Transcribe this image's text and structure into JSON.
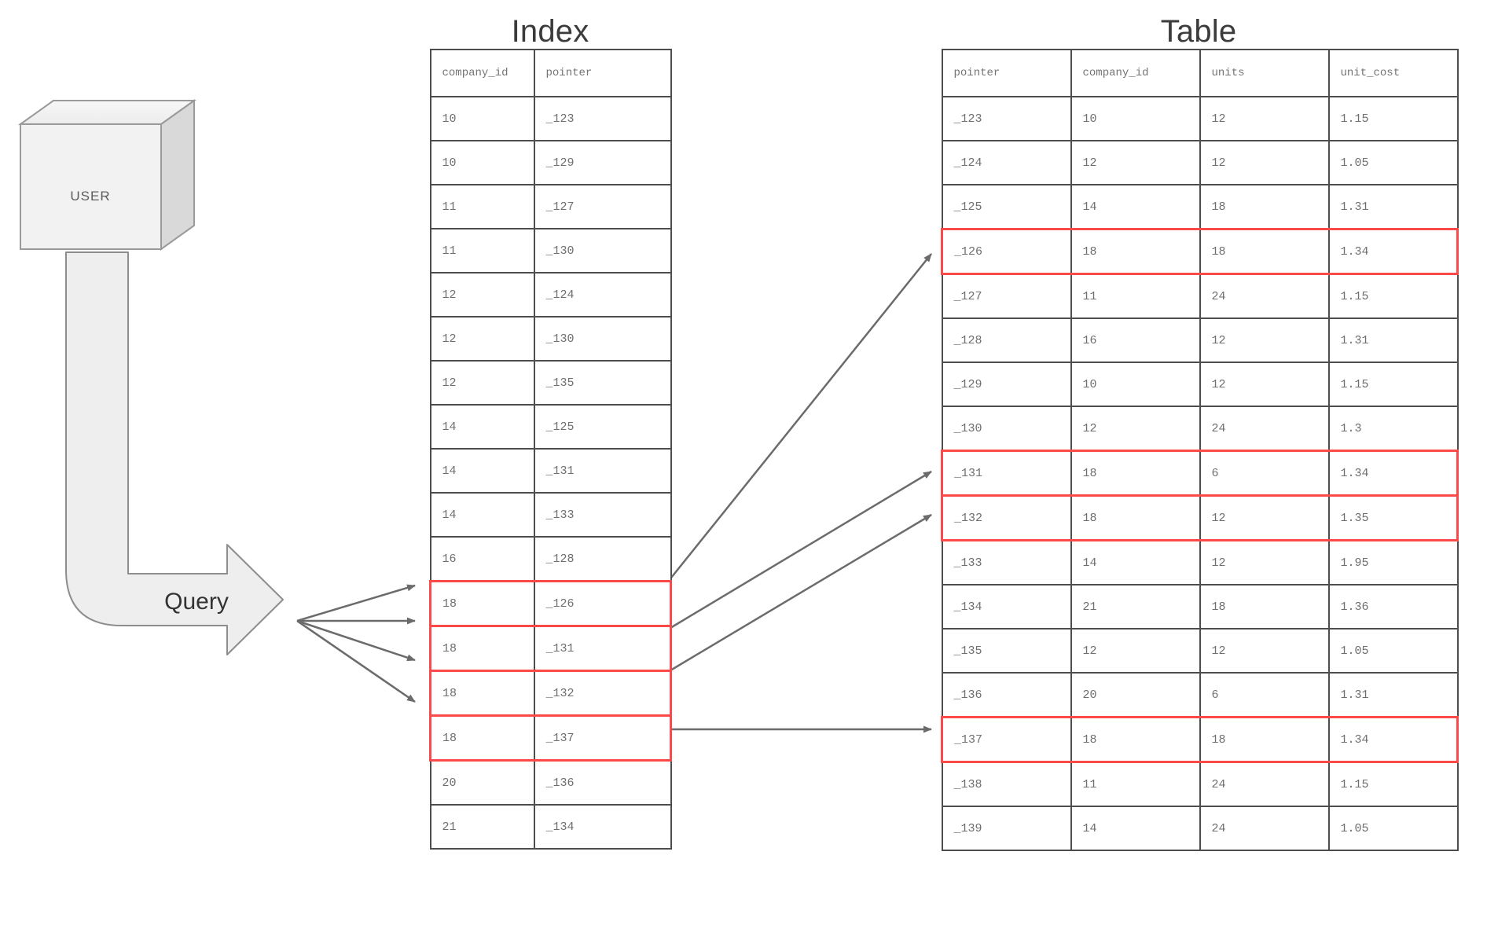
{
  "titles": {
    "index": "Index",
    "table": "Table"
  },
  "actor": {
    "label": "USER",
    "shape": "cube-3d"
  },
  "query_arrow": {
    "label": "Query",
    "shape": "curved-block-arrow-right"
  },
  "index_table": {
    "headers": [
      "company_id",
      "pointer"
    ],
    "rows": [
      {
        "company_id": "10",
        "pointer": "_123",
        "highlight": false
      },
      {
        "company_id": "10",
        "pointer": "_129",
        "highlight": false
      },
      {
        "company_id": "11",
        "pointer": "_127",
        "highlight": false
      },
      {
        "company_id": "11",
        "pointer": "_130",
        "highlight": false
      },
      {
        "company_id": "12",
        "pointer": "_124",
        "highlight": false
      },
      {
        "company_id": "12",
        "pointer": "_130",
        "highlight": false
      },
      {
        "company_id": "12",
        "pointer": "_135",
        "highlight": false
      },
      {
        "company_id": "14",
        "pointer": "_125",
        "highlight": false
      },
      {
        "company_id": "14",
        "pointer": "_131",
        "highlight": false
      },
      {
        "company_id": "14",
        "pointer": "_133",
        "highlight": false
      },
      {
        "company_id": "16",
        "pointer": "_128",
        "highlight": false
      },
      {
        "company_id": "18",
        "pointer": "_126",
        "highlight": true
      },
      {
        "company_id": "18",
        "pointer": "_131",
        "highlight": true
      },
      {
        "company_id": "18",
        "pointer": "_132",
        "highlight": true
      },
      {
        "company_id": "18",
        "pointer": "_137",
        "highlight": true
      },
      {
        "company_id": "20",
        "pointer": "_136",
        "highlight": false
      },
      {
        "company_id": "21",
        "pointer": "_134",
        "highlight": false
      }
    ]
  },
  "main_table": {
    "headers": [
      "pointer",
      "company_id",
      "units",
      "unit_cost"
    ],
    "rows": [
      {
        "pointer": "_123",
        "company_id": "10",
        "units": "12",
        "unit_cost": "1.15",
        "highlight": false
      },
      {
        "pointer": "_124",
        "company_id": "12",
        "units": "12",
        "unit_cost": "1.05",
        "highlight": false
      },
      {
        "pointer": "_125",
        "company_id": "14",
        "units": "18",
        "unit_cost": "1.31",
        "highlight": false
      },
      {
        "pointer": "_126",
        "company_id": "18",
        "units": "18",
        "unit_cost": "1.34",
        "highlight": true
      },
      {
        "pointer": "_127",
        "company_id": "11",
        "units": "24",
        "unit_cost": "1.15",
        "highlight": false
      },
      {
        "pointer": "_128",
        "company_id": "16",
        "units": "12",
        "unit_cost": "1.31",
        "highlight": false
      },
      {
        "pointer": "_129",
        "company_id": "10",
        "units": "12",
        "unit_cost": "1.15",
        "highlight": false
      },
      {
        "pointer": "_130",
        "company_id": "12",
        "units": "24",
        "unit_cost": "1.3",
        "highlight": false
      },
      {
        "pointer": "_131",
        "company_id": "18",
        "units": "6",
        "unit_cost": "1.34",
        "highlight": true
      },
      {
        "pointer": "_132",
        "company_id": "18",
        "units": "12",
        "unit_cost": "1.35",
        "highlight": true
      },
      {
        "pointer": "_133",
        "company_id": "14",
        "units": "12",
        "unit_cost": "1.95",
        "highlight": false
      },
      {
        "pointer": "_134",
        "company_id": "21",
        "units": "18",
        "unit_cost": "1.36",
        "highlight": false
      },
      {
        "pointer": "_135",
        "company_id": "12",
        "units": "12",
        "unit_cost": "1.05",
        "highlight": false
      },
      {
        "pointer": "_136",
        "company_id": "20",
        "units": "6",
        "unit_cost": "1.31",
        "highlight": false
      },
      {
        "pointer": "_137",
        "company_id": "18",
        "units": "18",
        "unit_cost": "1.34",
        "highlight": true
      },
      {
        "pointer": "_138",
        "company_id": "11",
        "units": "24",
        "unit_cost": "1.15",
        "highlight": false
      },
      {
        "pointer": "_139",
        "company_id": "14",
        "units": "24",
        "unit_cost": "1.05",
        "highlight": false
      }
    ]
  },
  "colors": {
    "highlight": "#fb4a49",
    "grid": "#4d4d4d",
    "text": "#6e6e6e",
    "title": "#3b3b3b",
    "connector": "#6b6b6b",
    "shape_fill": "#eeeeee"
  },
  "connectors": {
    "query_to_index": 4,
    "index_to_table": 4
  }
}
